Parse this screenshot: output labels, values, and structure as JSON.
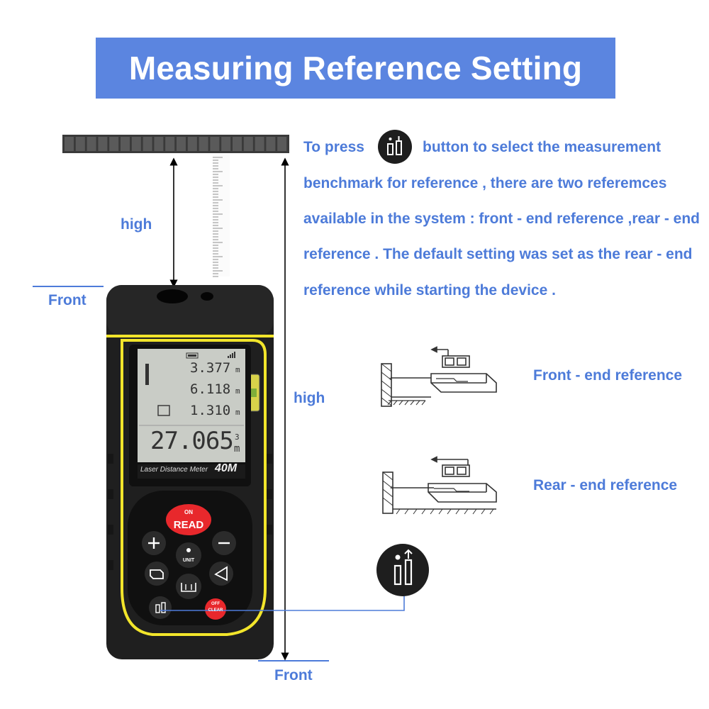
{
  "header": {
    "title": "Measuring Reference Setting"
  },
  "description": {
    "prefix": "To press",
    "lines": [
      "button to select the measurement",
      "benchmark for reference , there are two referemces",
      "available in the system : front - end reference ,rear - end",
      "reference . The default setting was set as the rear - end",
      "reference while starting the device ."
    ]
  },
  "labels": {
    "high_top": "high",
    "high_side": "high",
    "front_left": "Front",
    "front_bottom": "Front"
  },
  "references": {
    "front": "Front - end reference",
    "rear": "Rear - end reference"
  },
  "device": {
    "display": {
      "line1": "3.377",
      "line2": "6.118",
      "line3": "1.310",
      "main": "27.065",
      "unit_small": "m",
      "unit_main": "m",
      "superscript": "3"
    },
    "model_label": "Laser Distance Meter",
    "model_range": "40M",
    "buttons": {
      "read_top": "ON",
      "read": "READ",
      "unit": "UNIT",
      "off_top": "OFF",
      "clear": "CLEAR"
    }
  },
  "colors": {
    "banner": "#5b85e0",
    "text_blue": "#4d7bd9",
    "device_yellow": "#f2e52b",
    "button_red": "#e8282c"
  }
}
